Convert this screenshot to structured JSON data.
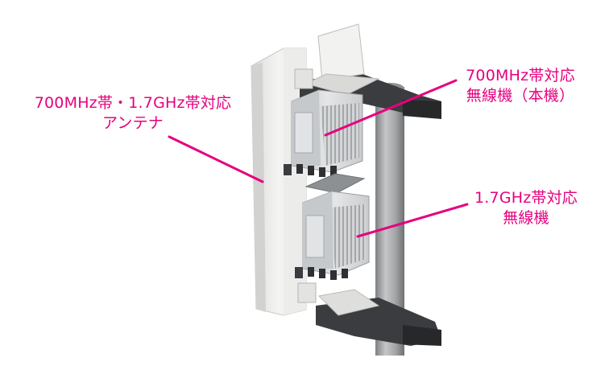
{
  "labels": {
    "antenna": {
      "line1": "700MHz帯・1.7GHz帯対応",
      "line2": "アンテナ"
    },
    "radio_700": {
      "line1": "700MHz帯対応",
      "line2": "無線機（本機）"
    },
    "radio_17": {
      "line1": "1.7GHz帯対応",
      "line2": "無線機"
    }
  },
  "colors": {
    "accent": "#e6007e",
    "antenna_panel": "#eeeeec",
    "radio_unit": "#cfd2d4",
    "pole": "#a7a9ab",
    "bracket": "#2f3134"
  }
}
